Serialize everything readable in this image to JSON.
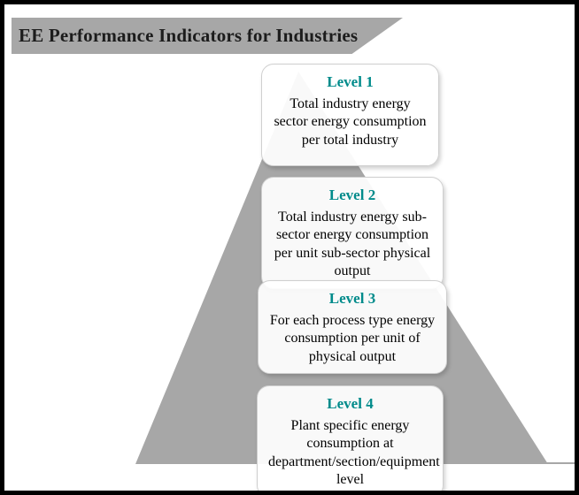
{
  "banner": {
    "title": "EE Performance Indicators for Industries"
  },
  "levels": [
    {
      "label": "Level 1",
      "text": "Total industry energy sector energy consumption per total industry"
    },
    {
      "label": "Level 2",
      "text": "Total industry energy sub-sector energy consumption per unit sub-sector physical output"
    },
    {
      "label": "Level 3",
      "text": "For each process type energy consumption per unit of physical output"
    },
    {
      "label": "Level 4",
      "text": "Plant specific energy consumption at department/section/equipment level"
    }
  ],
  "colors": {
    "level_heading": "#008B8B",
    "pyramid": "#a7a7a7",
    "banner": "#a7a7a7",
    "frame_border": "#000000",
    "card_background": "#ffffff"
  }
}
